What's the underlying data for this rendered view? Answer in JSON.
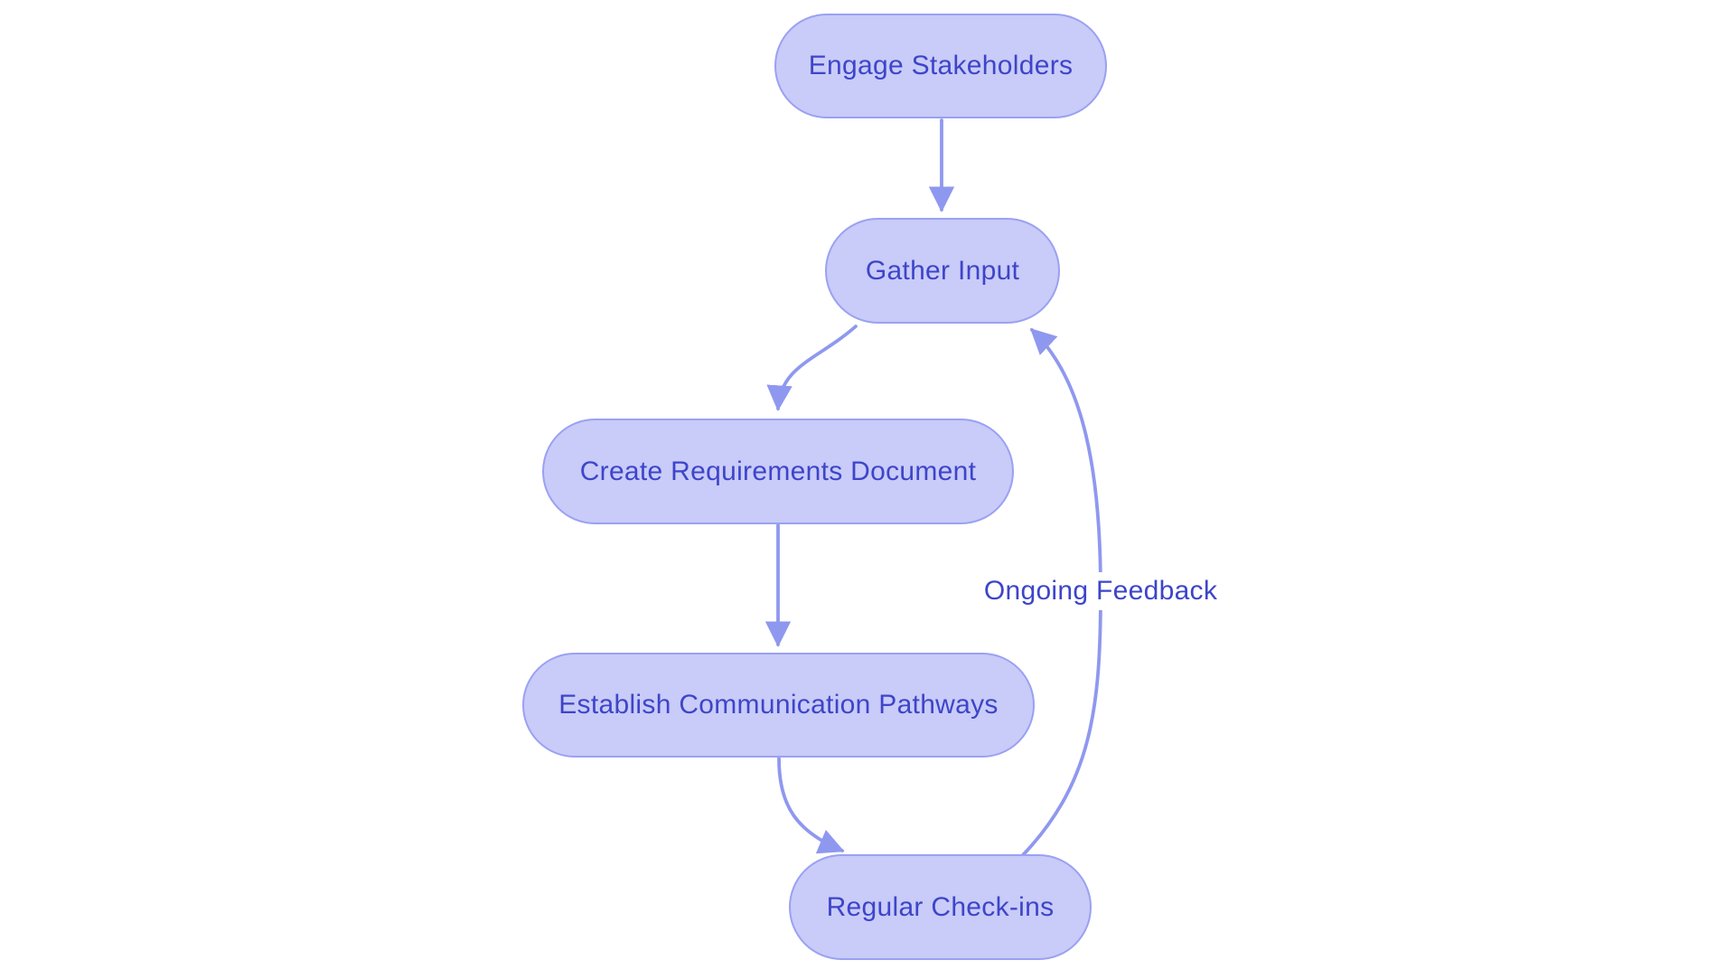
{
  "diagram": {
    "type": "flowchart",
    "direction": "top-down",
    "background_color": "#ffffff",
    "colors": {
      "node_fill": "#c9cbf8",
      "node_border": "#9aa1f2",
      "edge_stroke": "#8f98ef",
      "text": "#3d45c9",
      "edge_label_background": "#ffffff"
    },
    "nodes": [
      {
        "id": "engage",
        "label": "Engage Stakeholders",
        "shape": "stadium"
      },
      {
        "id": "gather",
        "label": "Gather Input",
        "shape": "stadium"
      },
      {
        "id": "create",
        "label": "Create Requirements Document",
        "shape": "stadium"
      },
      {
        "id": "establish",
        "label": "Establish Communication Pathways",
        "shape": "stadium"
      },
      {
        "id": "checkins",
        "label": "Regular Check-ins",
        "shape": "stadium"
      }
    ],
    "edges": [
      {
        "from": "engage",
        "to": "gather",
        "label": ""
      },
      {
        "from": "gather",
        "to": "create",
        "label": ""
      },
      {
        "from": "create",
        "to": "establish",
        "label": ""
      },
      {
        "from": "establish",
        "to": "checkins",
        "label": ""
      },
      {
        "from": "checkins",
        "to": "gather",
        "label": "Ongoing Feedback"
      }
    ]
  }
}
